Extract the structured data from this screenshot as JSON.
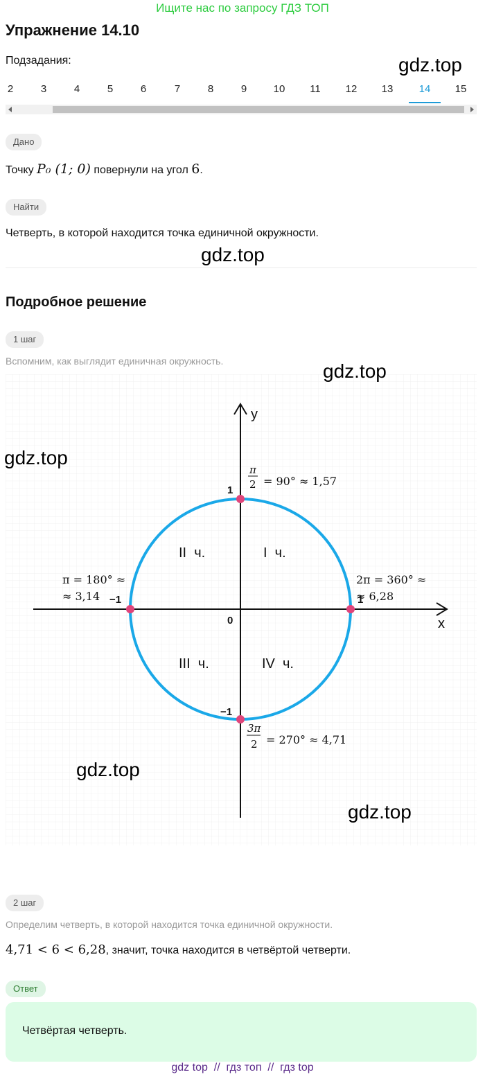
{
  "banner": "Ищите нас по запросу ГДЗ ТОП",
  "exercise": {
    "title": "Упражнение 14.10",
    "subtasks_label": "Подзадания:"
  },
  "subtasks": {
    "items": [
      "2",
      "3",
      "4",
      "5",
      "6",
      "7",
      "8",
      "9",
      "10",
      "11",
      "12",
      "13",
      "14",
      "15"
    ],
    "active": "14"
  },
  "watermark": "gdz.top",
  "given": {
    "badge": "Дано",
    "prefix": "Точку ",
    "point": "P₀ (1; 0)",
    "middle": " повернули на угол ",
    "angle": "6",
    "suffix": "."
  },
  "find": {
    "badge": "Найти",
    "text": "Четверть, в которой находится точка единичной окружности."
  },
  "solution": {
    "title": "Подробное решение",
    "step1": {
      "badge": "1 шаг",
      "text": "Вспомним, как выглядит единичная окружность."
    },
    "step2": {
      "badge": "2 шаг",
      "text": "Определим четверть, в которой находится точка единичной окружности.",
      "math": "4,71 < 6 < 6,28",
      "conclusion": ", значит, точка находится в четвёртой четверти."
    }
  },
  "diagram": {
    "axis_x": "x",
    "axis_y": "y",
    "origin": "0",
    "tick_pos_x": "1",
    "tick_neg_x": "−1",
    "tick_pos_y": "1",
    "tick_neg_y": "−1",
    "q1": "I  ч.",
    "q2": "II  ч.",
    "q3": "III  ч.",
    "q4": "IV  ч.",
    "label_top_num": "π",
    "label_top_den": "2",
    "label_top_rest": "= 90° ≈ 1,57",
    "label_left_1": "π = 180° ≈",
    "label_left_2": "≈ 3,14",
    "label_right_1": "2π = 360° ≈",
    "label_right_2": "≈ 6,28",
    "label_bottom_num": "3π",
    "label_bottom_den": "2",
    "label_bottom_rest": "= 270° ≈ 4,71",
    "circle_color": "#1aa8e8",
    "point_color": "#e0457b"
  },
  "answer": {
    "badge": "Ответ",
    "text": "Четвёртая четверть."
  },
  "footer": "gdz top  //  гдз топ  //  гдз top"
}
